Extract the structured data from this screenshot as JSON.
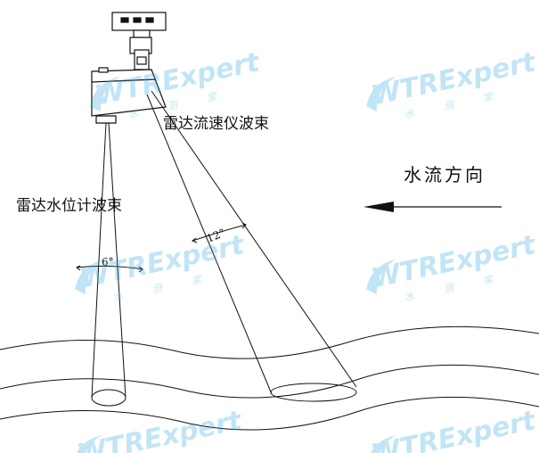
{
  "labels": {
    "radar_speed_beam": "雷达流速仪波束",
    "radar_level_beam": "雷达水位计波束",
    "flow_direction": "水流方向",
    "angle_small": "6°",
    "angle_large": "12°"
  },
  "watermark": {
    "brand": "WTRExpert",
    "chars": [
      "水",
      "测",
      "家"
    ],
    "color": "#2fa8e0"
  },
  "colors": {
    "line": "#111111",
    "background": "#ffffff"
  }
}
